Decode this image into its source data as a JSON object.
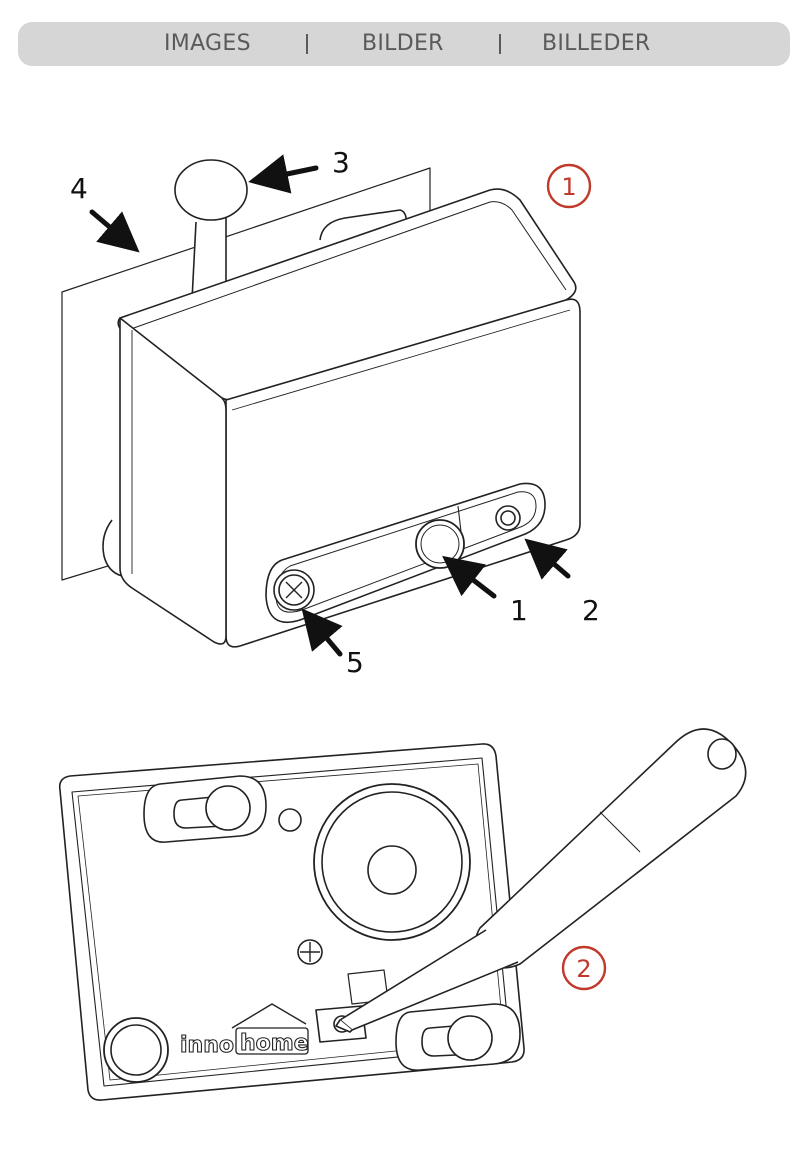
{
  "header": {
    "label_en": "IMAGES",
    "label_de": "BILDER",
    "label_da": "BILLEDER"
  },
  "figure1": {
    "step_number": "1",
    "callouts": [
      "1",
      "2",
      "3",
      "4",
      "5"
    ]
  },
  "figure2": {
    "step_number": "2",
    "logo_left": "inno",
    "logo_right": "home"
  },
  "colors": {
    "header_bg": "#d6d6d6",
    "header_text": "#5a5a5a",
    "step_circle": "#c0392b",
    "line_art": "#222222"
  }
}
